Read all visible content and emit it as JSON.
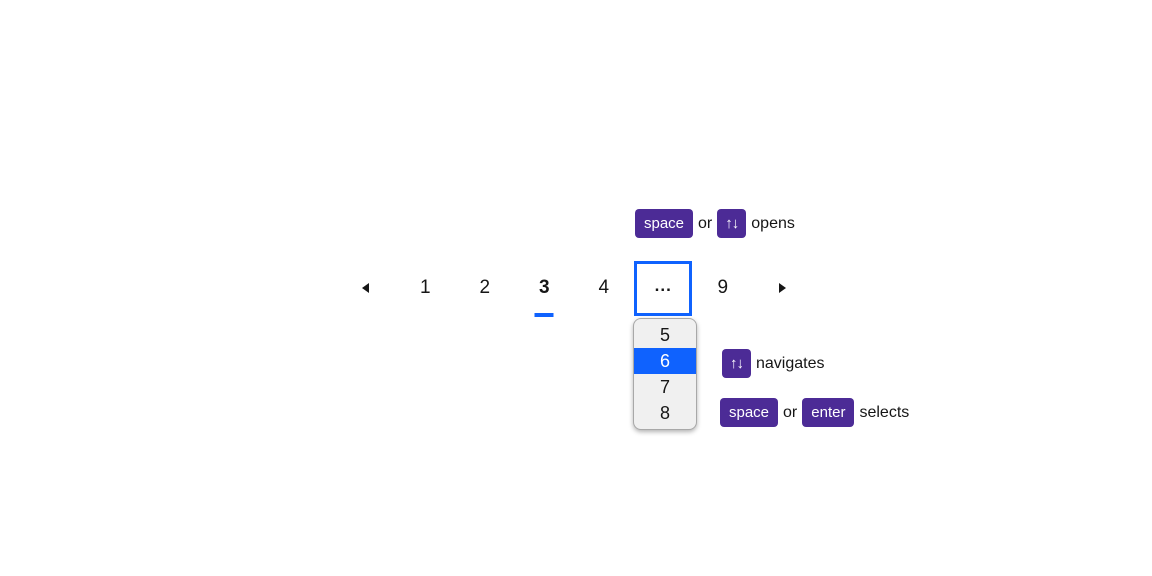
{
  "colors": {
    "kbd_purple": "#4C2B96",
    "focus_blue": "#0F62FE",
    "selected_blue": "#0F62FE",
    "underline_blue": "#0F62FE",
    "menu_bg": "#F0F0F0",
    "menu_border": "#A8A8A8",
    "text_dark": "#161616"
  },
  "keyboard_hints": {
    "opens": {
      "key_a": "space",
      "conjunction": "or",
      "key_b": "↑↓",
      "action": "opens"
    },
    "navigates": {
      "key": "↑↓",
      "action": "navigates"
    },
    "selects": {
      "key_a": "space",
      "conjunction": "or",
      "key_b": "enter",
      "action": "selects"
    }
  },
  "pagination": {
    "visible_pages": [
      "1",
      "2",
      "3",
      "4"
    ],
    "current_page": "3",
    "overflow_button": "...",
    "last_page": "9"
  },
  "dropdown": {
    "options": [
      "5",
      "6",
      "7",
      "8"
    ],
    "selected_option": "6"
  }
}
